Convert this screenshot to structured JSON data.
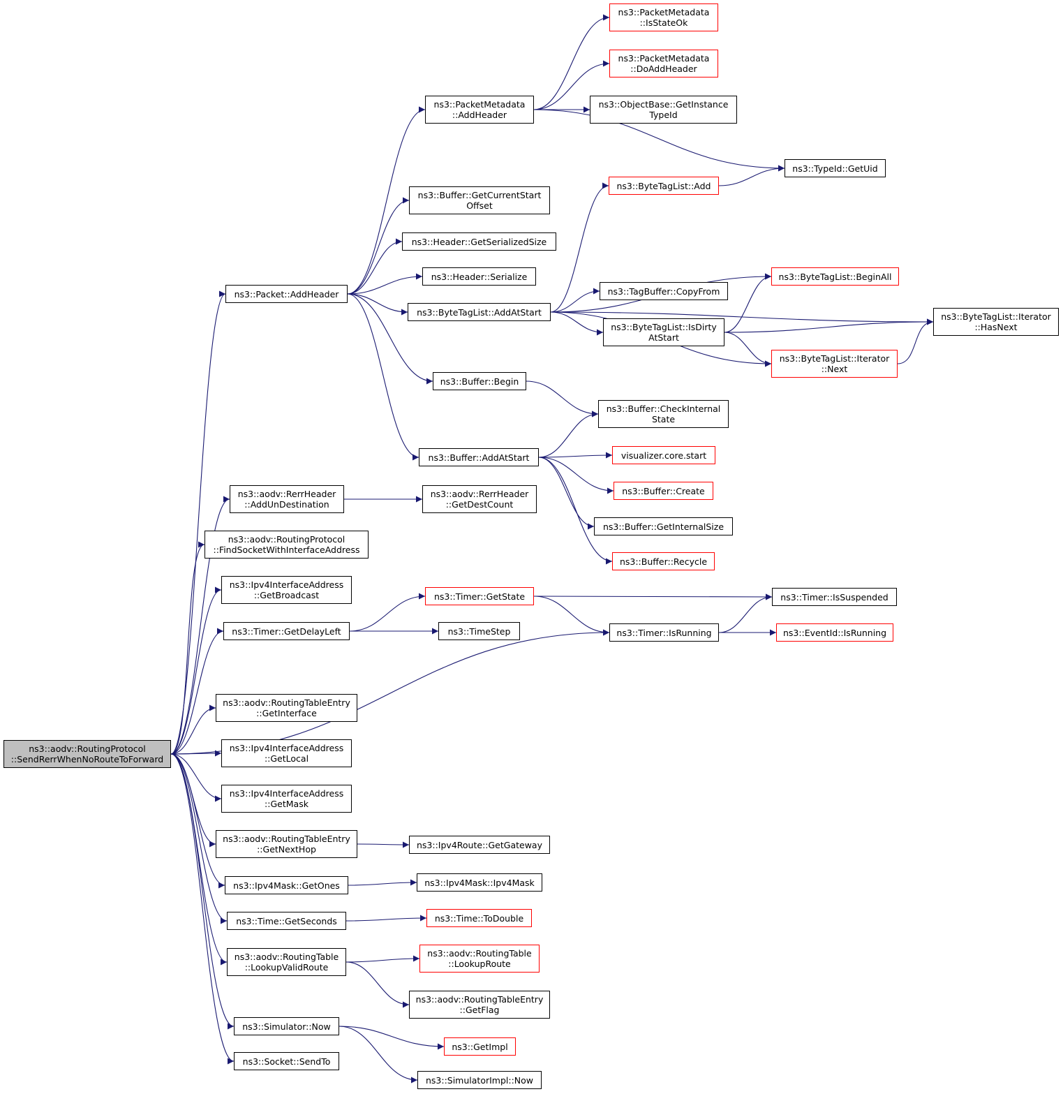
{
  "colors": {
    "edge": "#191970",
    "node_border": "#000000",
    "external_border": "#ff0000",
    "root_fill": "#bfbfbf"
  },
  "nodes": [
    {
      "id": "root",
      "lines": [
        "ns3::aodv::RoutingProtocol",
        "::SendRerrWhenNoRouteToForward"
      ],
      "kind": "root"
    },
    {
      "id": "packet_addheader",
      "lines": [
        "ns3::Packet::AddHeader"
      ],
      "kind": "normal"
    },
    {
      "id": "pm_addheader",
      "lines": [
        "ns3::PacketMetadata",
        "::AddHeader"
      ],
      "kind": "normal"
    },
    {
      "id": "pm_isstateok",
      "lines": [
        "ns3::PacketMetadata",
        "::IsStateOk"
      ],
      "kind": "external"
    },
    {
      "id": "pm_doaddheader",
      "lines": [
        "ns3::PacketMetadata",
        "::DoAddHeader"
      ],
      "kind": "external"
    },
    {
      "id": "ob_getinstancetypeid",
      "lines": [
        "ns3::ObjectBase::GetInstance",
        "TypeId"
      ],
      "kind": "normal"
    },
    {
      "id": "typeid_getuid",
      "lines": [
        "ns3::TypeId::GetUid"
      ],
      "kind": "normal"
    },
    {
      "id": "btl_add",
      "lines": [
        "ns3::ByteTagList::Add"
      ],
      "kind": "external"
    },
    {
      "id": "buf_getcurrentstartoffset",
      "lines": [
        "ns3::Buffer::GetCurrentStart",
        "Offset"
      ],
      "kind": "normal"
    },
    {
      "id": "hdr_getserializedsize",
      "lines": [
        "ns3::Header::GetSerializedSize"
      ],
      "kind": "normal"
    },
    {
      "id": "hdr_serialize",
      "lines": [
        "ns3::Header::Serialize"
      ],
      "kind": "normal"
    },
    {
      "id": "btl_addatstart",
      "lines": [
        "ns3::ByteTagList::AddAtStart"
      ],
      "kind": "normal"
    },
    {
      "id": "btl_beginall",
      "lines": [
        "ns3::ByteTagList::BeginAll"
      ],
      "kind": "external"
    },
    {
      "id": "tagbuffer_copyfrom",
      "lines": [
        "ns3::TagBuffer::CopyFrom"
      ],
      "kind": "normal"
    },
    {
      "id": "btl_isdirtyatstart",
      "lines": [
        "ns3::ByteTagList::IsDirty",
        "AtStart"
      ],
      "kind": "normal"
    },
    {
      "id": "btl_iter_hasnext",
      "lines": [
        "ns3::ByteTagList::Iterator",
        "::HasNext"
      ],
      "kind": "normal"
    },
    {
      "id": "btl_iter_next",
      "lines": [
        "ns3::ByteTagList::Iterator",
        "::Next"
      ],
      "kind": "external"
    },
    {
      "id": "buf_begin",
      "lines": [
        "ns3::Buffer::Begin"
      ],
      "kind": "normal"
    },
    {
      "id": "buf_checkinternalstate",
      "lines": [
        "ns3::Buffer::CheckInternal",
        "State"
      ],
      "kind": "normal"
    },
    {
      "id": "buf_addatstart",
      "lines": [
        "ns3::Buffer::AddAtStart"
      ],
      "kind": "normal"
    },
    {
      "id": "vis_core_start",
      "lines": [
        "visualizer.core.start"
      ],
      "kind": "external"
    },
    {
      "id": "buf_create",
      "lines": [
        "ns3::Buffer::Create"
      ],
      "kind": "external"
    },
    {
      "id": "buf_getinternalsize",
      "lines": [
        "ns3::Buffer::GetInternalSize"
      ],
      "kind": "normal"
    },
    {
      "id": "buf_recycle",
      "lines": [
        "ns3::Buffer::Recycle"
      ],
      "kind": "external"
    },
    {
      "id": "rerr_addundestination",
      "lines": [
        "ns3::aodv::RerrHeader",
        "::AddUnDestination"
      ],
      "kind": "normal"
    },
    {
      "id": "rerr_getdestcount",
      "lines": [
        "ns3::aodv::RerrHeader",
        "::GetDestCount"
      ],
      "kind": "normal"
    },
    {
      "id": "rp_findsocket",
      "lines": [
        "ns3::aodv::RoutingProtocol",
        "::FindSocketWithInterfaceAddress"
      ],
      "kind": "normal"
    },
    {
      "id": "ipv4ia_getbroadcast",
      "lines": [
        "ns3::Ipv4InterfaceAddress",
        "::GetBroadcast"
      ],
      "kind": "normal"
    },
    {
      "id": "timer_getdelayleft",
      "lines": [
        "ns3::Timer::GetDelayLeft"
      ],
      "kind": "normal"
    },
    {
      "id": "timer_getstate",
      "lines": [
        "ns3::Timer::GetState"
      ],
      "kind": "external"
    },
    {
      "id": "timestep",
      "lines": [
        "ns3::TimeStep"
      ],
      "kind": "normal"
    },
    {
      "id": "timer_issuspended",
      "lines": [
        "ns3::Timer::IsSuspended"
      ],
      "kind": "normal"
    },
    {
      "id": "timer_isrunning",
      "lines": [
        "ns3::Timer::IsRunning"
      ],
      "kind": "normal"
    },
    {
      "id": "eventid_isrunning",
      "lines": [
        "ns3::EventId::IsRunning"
      ],
      "kind": "external"
    },
    {
      "id": "rte_getinterface",
      "lines": [
        "ns3::aodv::RoutingTableEntry",
        "::GetInterface"
      ],
      "kind": "normal"
    },
    {
      "id": "ipv4ia_getlocal",
      "lines": [
        "ns3::Ipv4InterfaceAddress",
        "::GetLocal"
      ],
      "kind": "normal"
    },
    {
      "id": "ipv4ia_getmask",
      "lines": [
        "ns3::Ipv4InterfaceAddress",
        "::GetMask"
      ],
      "kind": "normal"
    },
    {
      "id": "rte_getnexthop",
      "lines": [
        "ns3::aodv::RoutingTableEntry",
        "::GetNextHop"
      ],
      "kind": "normal"
    },
    {
      "id": "ipv4route_getgateway",
      "lines": [
        "ns3::Ipv4Route::GetGateway"
      ],
      "kind": "normal"
    },
    {
      "id": "ipv4mask_getones",
      "lines": [
        "ns3::Ipv4Mask::GetOnes"
      ],
      "kind": "normal"
    },
    {
      "id": "ipv4mask_ipv4mask",
      "lines": [
        "ns3::Ipv4Mask::Ipv4Mask"
      ],
      "kind": "normal"
    },
    {
      "id": "time_getseconds",
      "lines": [
        "ns3::Time::GetSeconds"
      ],
      "kind": "normal"
    },
    {
      "id": "time_todouble",
      "lines": [
        "ns3::Time::ToDouble"
      ],
      "kind": "external"
    },
    {
      "id": "rt_lookupvalidroute",
      "lines": [
        "ns3::aodv::RoutingTable",
        "::LookupValidRoute"
      ],
      "kind": "normal"
    },
    {
      "id": "rt_lookuproute",
      "lines": [
        "ns3::aodv::RoutingTable",
        "::LookupRoute"
      ],
      "kind": "external"
    },
    {
      "id": "rte_getflag",
      "lines": [
        "ns3::aodv::RoutingTableEntry",
        "::GetFlag"
      ],
      "kind": "normal"
    },
    {
      "id": "sim_now",
      "lines": [
        "ns3::Simulator::Now"
      ],
      "kind": "normal"
    },
    {
      "id": "getimpl",
      "lines": [
        "ns3::GetImpl"
      ],
      "kind": "external"
    },
    {
      "id": "simimpl_now",
      "lines": [
        "ns3::SimulatorImpl::Now"
      ],
      "kind": "normal"
    },
    {
      "id": "socket_sendto",
      "lines": [
        "ns3::Socket::SendTo"
      ],
      "kind": "normal"
    }
  ],
  "edges": [
    [
      "root",
      "packet_addheader"
    ],
    [
      "root",
      "rerr_addundestination"
    ],
    [
      "root",
      "rp_findsocket"
    ],
    [
      "root",
      "ipv4ia_getbroadcast"
    ],
    [
      "root",
      "timer_getdelayleft"
    ],
    [
      "root",
      "timer_isrunning"
    ],
    [
      "root",
      "rte_getinterface"
    ],
    [
      "root",
      "ipv4ia_getlocal"
    ],
    [
      "root",
      "ipv4ia_getmask"
    ],
    [
      "root",
      "rte_getnexthop"
    ],
    [
      "root",
      "ipv4mask_getones"
    ],
    [
      "root",
      "time_getseconds"
    ],
    [
      "root",
      "rt_lookupvalidroute"
    ],
    [
      "root",
      "sim_now"
    ],
    [
      "root",
      "socket_sendto"
    ],
    [
      "packet_addheader",
      "pm_addheader"
    ],
    [
      "packet_addheader",
      "buf_getcurrentstartoffset"
    ],
    [
      "packet_addheader",
      "hdr_getserializedsize"
    ],
    [
      "packet_addheader",
      "hdr_serialize"
    ],
    [
      "packet_addheader",
      "btl_addatstart"
    ],
    [
      "packet_addheader",
      "buf_begin"
    ],
    [
      "packet_addheader",
      "buf_addatstart"
    ],
    [
      "pm_addheader",
      "pm_isstateok"
    ],
    [
      "pm_addheader",
      "pm_doaddheader"
    ],
    [
      "pm_addheader",
      "ob_getinstancetypeid"
    ],
    [
      "pm_addheader",
      "typeid_getuid"
    ],
    [
      "btl_add",
      "typeid_getuid"
    ],
    [
      "btl_addatstart",
      "btl_add"
    ],
    [
      "btl_addatstart",
      "btl_iter_hasnext"
    ],
    [
      "btl_addatstart",
      "btl_beginall"
    ],
    [
      "btl_addatstart",
      "tagbuffer_copyfrom"
    ],
    [
      "btl_addatstart",
      "btl_isdirtyatstart"
    ],
    [
      "btl_addatstart",
      "btl_iter_next"
    ],
    [
      "btl_isdirtyatstart",
      "btl_beginall"
    ],
    [
      "btl_isdirtyatstart",
      "btl_iter_hasnext"
    ],
    [
      "btl_isdirtyatstart",
      "btl_iter_next"
    ],
    [
      "btl_iter_next",
      "btl_iter_hasnext"
    ],
    [
      "buf_begin",
      "buf_checkinternalstate"
    ],
    [
      "buf_addatstart",
      "buf_checkinternalstate"
    ],
    [
      "buf_addatstart",
      "vis_core_start"
    ],
    [
      "buf_addatstart",
      "buf_create"
    ],
    [
      "buf_addatstart",
      "buf_getinternalsize"
    ],
    [
      "buf_addatstart",
      "buf_recycle"
    ],
    [
      "rerr_addundestination",
      "rerr_getdestcount"
    ],
    [
      "timer_getdelayleft",
      "timer_getstate"
    ],
    [
      "timer_getdelayleft",
      "timestep"
    ],
    [
      "timer_getstate",
      "timer_issuspended"
    ],
    [
      "timer_getstate",
      "timer_isrunning"
    ],
    [
      "timer_isrunning",
      "timer_issuspended"
    ],
    [
      "timer_isrunning",
      "eventid_isrunning"
    ],
    [
      "rte_getnexthop",
      "ipv4route_getgateway"
    ],
    [
      "ipv4mask_getones",
      "ipv4mask_ipv4mask"
    ],
    [
      "time_getseconds",
      "time_todouble"
    ],
    [
      "rt_lookupvalidroute",
      "rt_lookuproute"
    ],
    [
      "rt_lookupvalidroute",
      "rte_getflag"
    ],
    [
      "sim_now",
      "getimpl"
    ],
    [
      "sim_now",
      "simimpl_now"
    ]
  ]
}
